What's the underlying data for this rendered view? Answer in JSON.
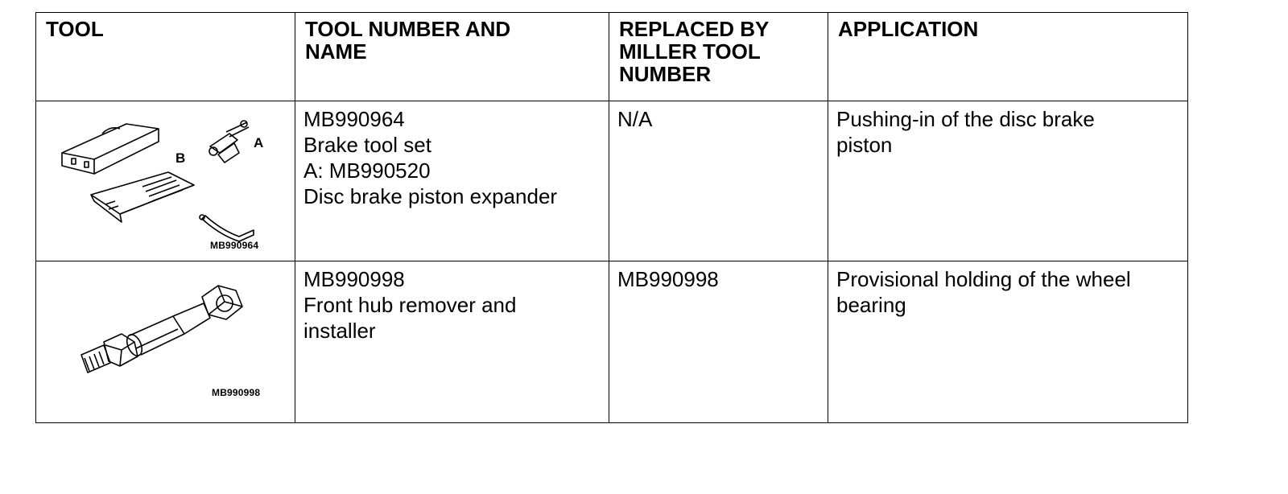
{
  "table": {
    "headers": {
      "tool": "TOOL",
      "number": [
        "TOOL NUMBER AND",
        "NAME"
      ],
      "replaced": [
        "REPLACED BY",
        "MILLER TOOL",
        "NUMBER"
      ],
      "application": "APPLICATION"
    },
    "rows": [
      {
        "illustration": {
          "icon": "brake-tool-set-illustration",
          "caption": "MB990964",
          "label_a": "A",
          "label_b": "B"
        },
        "number_lines": [
          "MB990964",
          "Brake tool set",
          "A: MB990520",
          "Disc brake piston expander"
        ],
        "replaced": "N/A",
        "application_lines": [
          "Pushing-in of the disc brake",
          "piston"
        ]
      },
      {
        "illustration": {
          "icon": "front-hub-remover-illustration",
          "caption": "MB990998"
        },
        "number_lines": [
          "MB990998",
          "Front hub remover and",
          "installer"
        ],
        "replaced": "MB990998",
        "application_lines": [
          "Provisional holding of the wheel",
          "bearing"
        ]
      }
    ]
  }
}
